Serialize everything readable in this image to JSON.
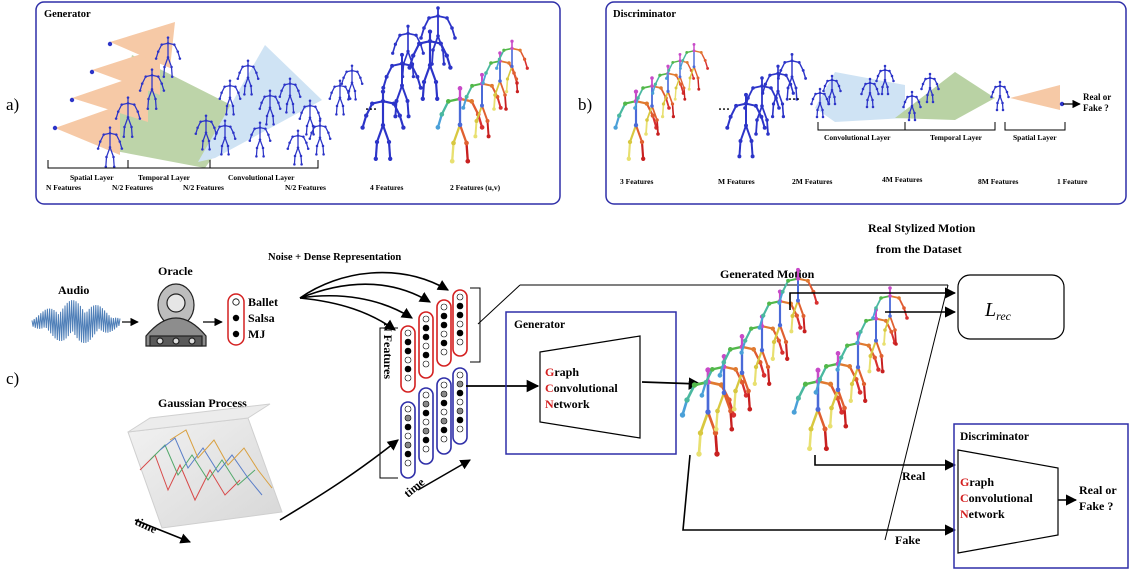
{
  "panels": {
    "a": {
      "label": "a)",
      "title": "Generator",
      "layers": [
        "Spatial Layer",
        "Temporal Layer",
        "Convolutional  Layer"
      ],
      "features": [
        "N Features",
        "N/2 Features",
        "N/2 Features",
        "N/2 Features",
        "4 Features",
        "2 Features (u,v)"
      ],
      "ellipsis": "..."
    },
    "b": {
      "label": "b)",
      "title": "Discriminator",
      "layers": [
        "Convolutional  Layer",
        "Temporal Layer",
        "Spatial Layer"
      ],
      "features": [
        "3 Features",
        "M Features",
        "2M Features",
        "4M Features",
        "8M Features",
        "1 Feature"
      ],
      "output": [
        "Real or",
        "Fake ?"
      ],
      "ellipsis": "..."
    },
    "c": {
      "label": "c)",
      "audio": "Audio",
      "oracle": "Oracle",
      "styles": [
        "Ballet",
        "Salsa",
        "MJ"
      ],
      "noise_label": "Noise + Dense Representation",
      "n_features": "N Features",
      "time": "time",
      "gaussian": "Gaussian  Process",
      "generator": {
        "title": "Generator",
        "lines": [
          {
            "initial": "G",
            "rest": "raph"
          },
          {
            "initial": "C",
            "rest": "onvolutional"
          },
          {
            "initial": "N",
            "rest": "etwork"
          }
        ]
      },
      "generated_motion": "Generated Motion",
      "real_stylized": [
        "Real Stylized Motion",
        "from the Dataset"
      ],
      "loss": "L",
      "loss_sub": "rec",
      "real": "Real",
      "fake": "Fake",
      "discriminator": {
        "title": "Discriminator",
        "lines": [
          {
            "initial": "G",
            "rest": "raph"
          },
          {
            "initial": "C",
            "rest": "onvolutional"
          },
          {
            "initial": "N",
            "rest": "etwork"
          }
        ],
        "output": [
          "Real or",
          "Fake ?"
        ]
      }
    }
  },
  "colors": {
    "frame": "#2e2ea8",
    "skeleton": "#2c34c8",
    "spatial": "#f6c9a6",
    "temporal": "#b9d2a4",
    "convolutional": "#cfe3f4",
    "audio": "#4f7fb8",
    "accent_red": "#d42020"
  }
}
